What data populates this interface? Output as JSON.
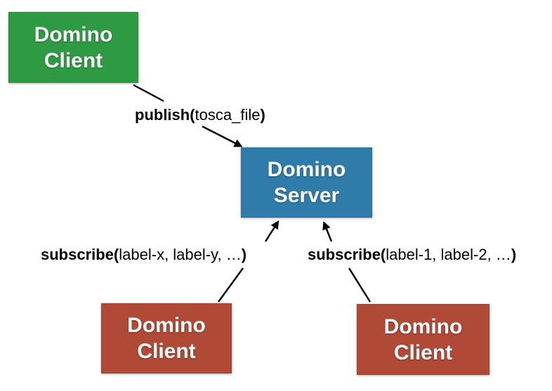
{
  "diagram": {
    "background_color": "#ffffff",
    "line_color": "#000000",
    "nodes": [
      {
        "id": "publisher-client",
        "line1": "Domino",
        "line2": "Client",
        "color": "#2f9a44",
        "text_color": "#ffffff"
      },
      {
        "id": "server",
        "line1": "Domino",
        "line2": "Server",
        "color": "#2f7cab",
        "text_color": "#ffffff"
      },
      {
        "id": "subscriber-client-left",
        "line1": "Domino",
        "line2": "Client",
        "color": "#b04a37",
        "text_color": "#ffffff"
      },
      {
        "id": "subscriber-client-right",
        "line1": "Domino",
        "line2": "Client",
        "color": "#b04a37",
        "text_color": "#ffffff"
      }
    ],
    "edges": [
      {
        "id": "publish-edge",
        "from": "publisher-client",
        "to": "server",
        "label": {
          "open": "publish(",
          "args": "tosca_file",
          "close": ")"
        }
      },
      {
        "id": "subscribe-left-edge",
        "from": "subscriber-client-left",
        "to": "server",
        "label": {
          "open": "subscribe(",
          "args": "label-x, label-y, …",
          "close": ")"
        }
      },
      {
        "id": "subscribe-right-edge",
        "from": "subscriber-client-right",
        "to": "server",
        "label": {
          "open": "subscribe(",
          "args": "label-1, label-2, …",
          "close": ")"
        }
      }
    ]
  }
}
